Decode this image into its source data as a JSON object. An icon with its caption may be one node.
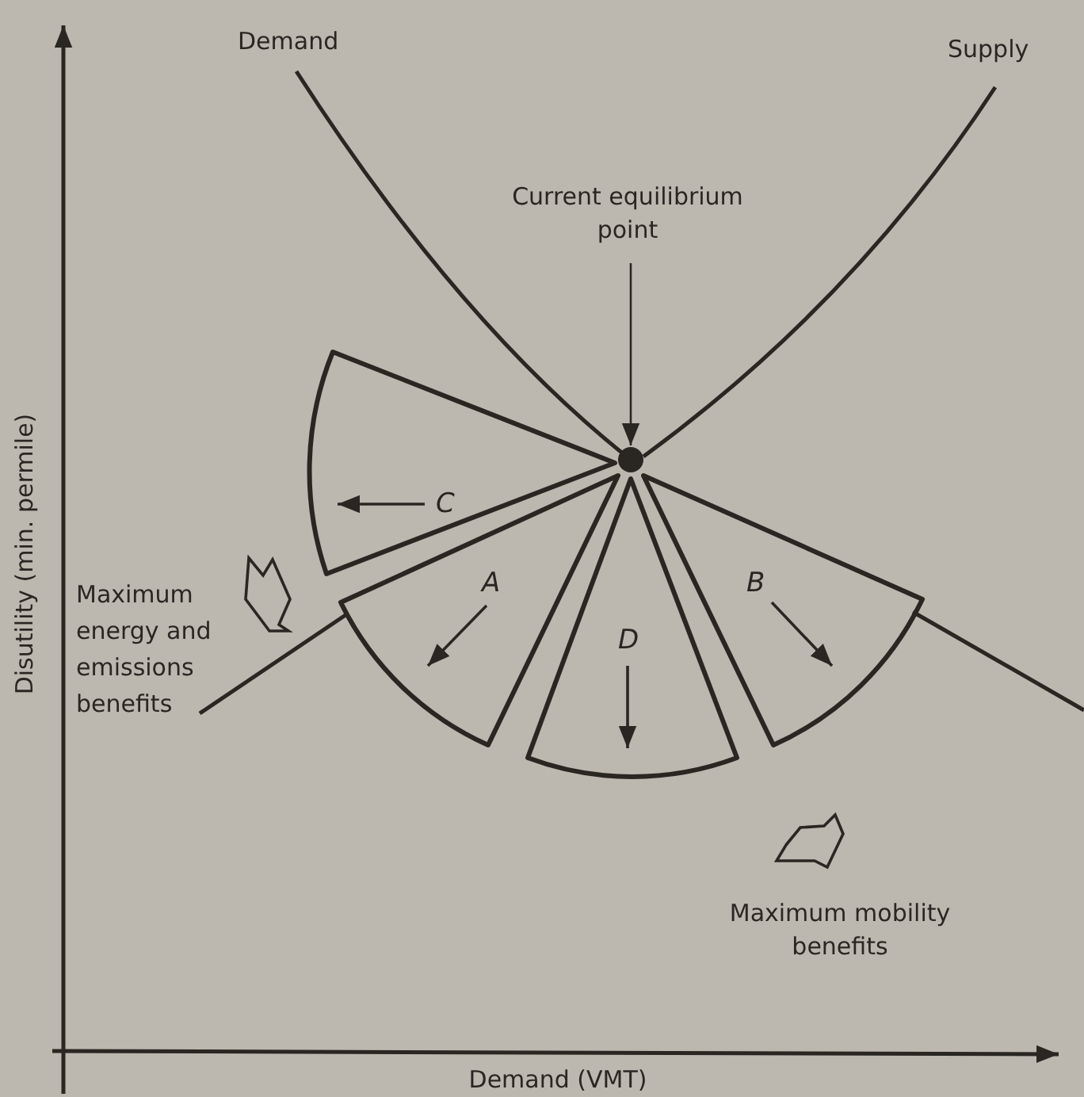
{
  "diagram": {
    "nodes": [
      {
        "text": [
          "Current equilibrium point"
        ]
      },
      {
        "text": [],
        "shape": "circle"
      },
      {
        "text": [
          "C"
        ]
      },
      {
        "text": [
          "A"
        ]
      },
      {
        "text": [
          "D"
        ]
      },
      {
        "text": [
          "B"
        ]
      }
    ],
    "edges": [
      {
        "from": 0,
        "to": 1,
        "arrow": "to"
      }
    ],
    "labels": [
      "Demand",
      "Supply",
      "Disutility (min. permile)",
      "Maximum energy and emissions benefits",
      "Maximum mobility benefits",
      "Demand (VMT)"
    ]
  }
}
